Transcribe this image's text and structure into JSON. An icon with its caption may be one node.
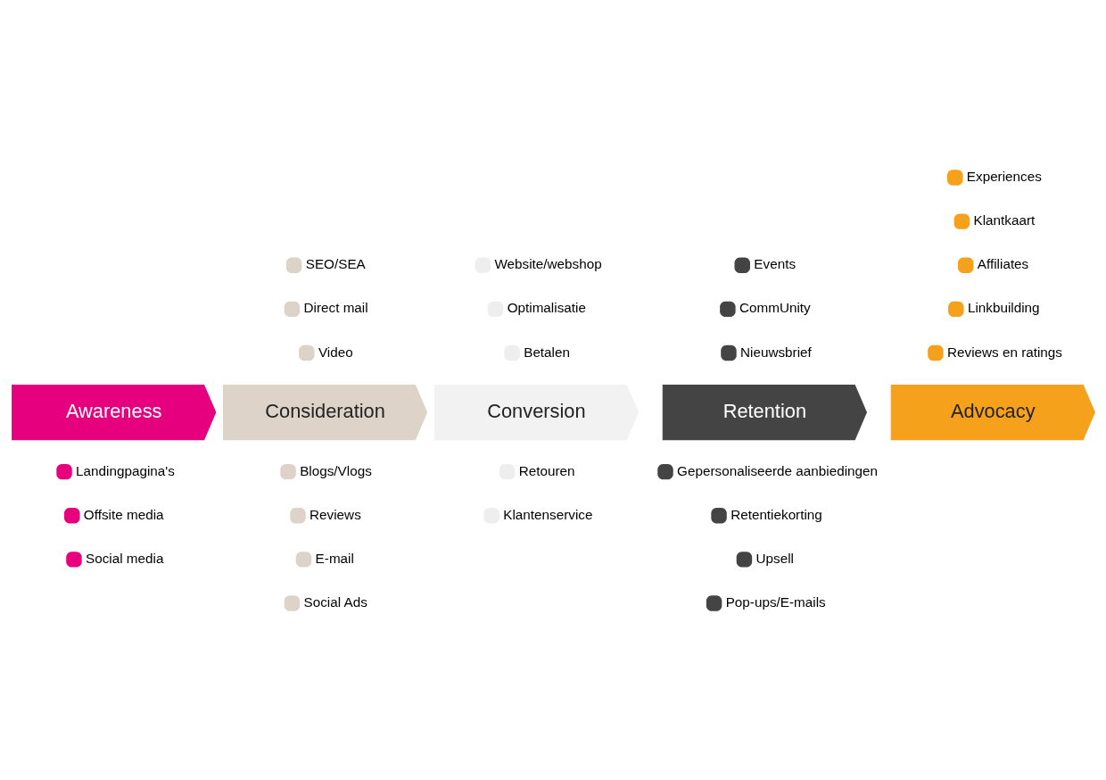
{
  "diagram": {
    "nodes": [
      {
        "text": [
          "Awareness"
        ],
        "beside": [
          "Landingpagina's",
          "Offsite media",
          "Social media"
        ]
      },
      {
        "text": [
          "Consideration"
        ],
        "beside": [
          "SEO/SEA",
          "Direct mail",
          "Video",
          "Blogs/Vlogs",
          "Reviews",
          "E-mail",
          "Social Ads"
        ]
      },
      {
        "text": [
          "Conversion"
        ],
        "beside": [
          "Website/webshop",
          "Optimalisatie",
          "Betalen",
          "Retouren",
          "Klantenservice"
        ]
      },
      {
        "text": [
          "Retention"
        ],
        "beside": [
          "Events",
          "CommUnity",
          "Nieuwsbrief",
          "Gepersonaliseerde aanbiedingen",
          "Retentiekorting",
          "Upsell",
          "Pop-ups/E-mails"
        ]
      },
      {
        "text": [
          "Advocacy"
        ],
        "beside": [
          "Experiences",
          "Klantkaart",
          "Affiliates",
          "Linkbuilding",
          "Reviews en ratings"
        ]
      }
    ],
    "edges": []
  }
}
